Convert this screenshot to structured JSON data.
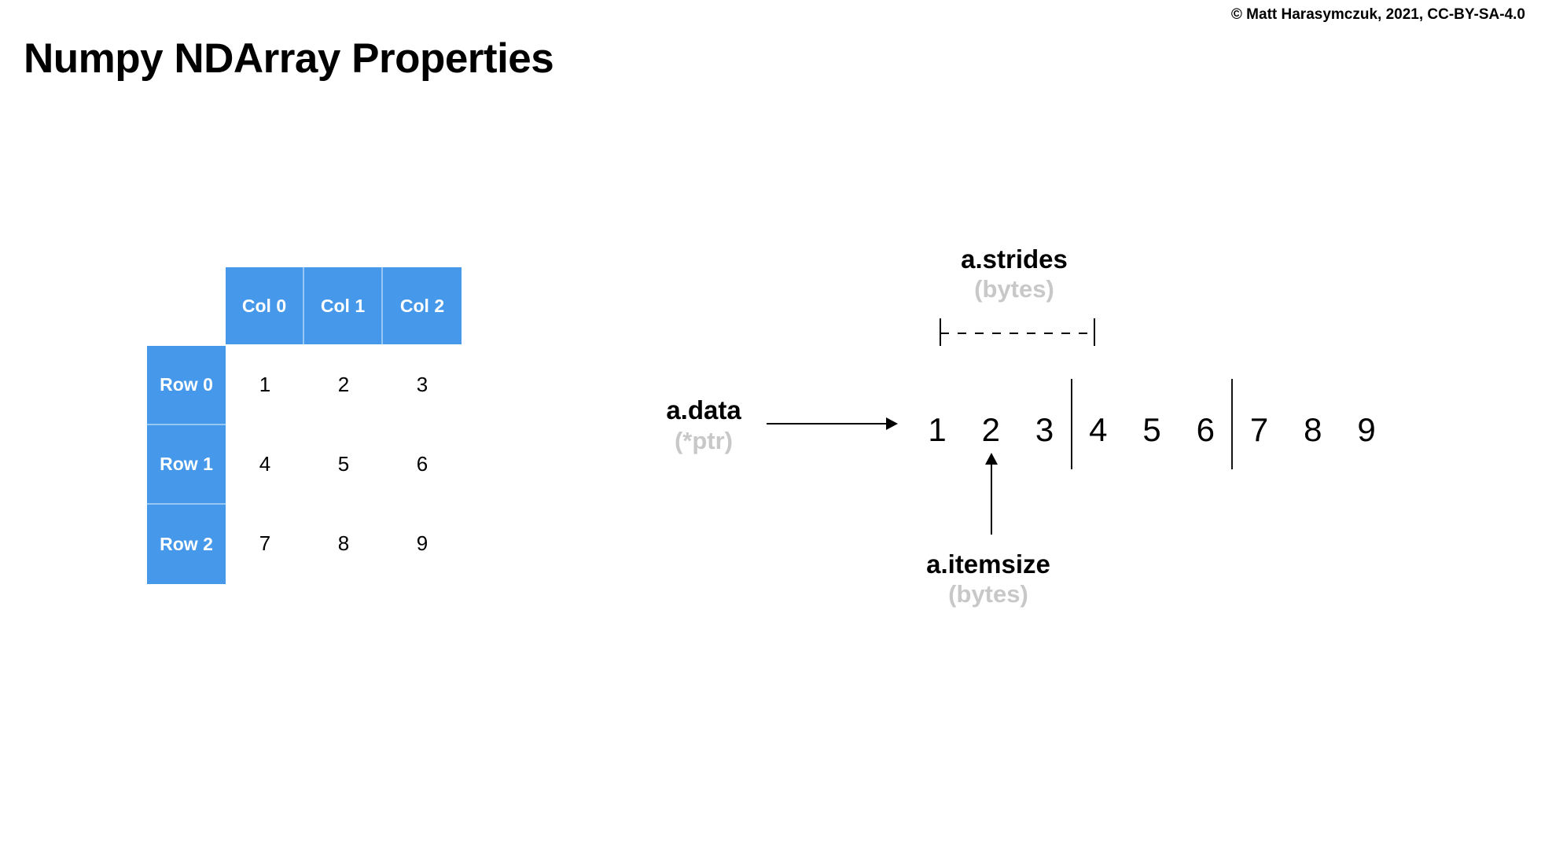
{
  "page": {
    "title": "Numpy NDArray Properties",
    "copyright": "© Matt Harasymczuk, 2021, CC-BY-SA-4.0"
  },
  "colors": {
    "accent_blue": "#4699EA",
    "muted_gray": "#C8C8C8",
    "ink": "#000000"
  },
  "table": {
    "col_headers": [
      "Col 0",
      "Col 1",
      "Col 2"
    ],
    "row_headers": [
      "Row 0",
      "Row 1",
      "Row 2"
    ],
    "matrix": [
      [
        "1",
        "2",
        "3"
      ],
      [
        "4",
        "5",
        "6"
      ],
      [
        "7",
        "8",
        "9"
      ]
    ]
  },
  "memory": {
    "cells": [
      "1",
      "2",
      "3",
      "4",
      "5",
      "6",
      "7",
      "8",
      "9"
    ],
    "group_dividers_after": [
      3,
      6
    ],
    "labels": {
      "data": {
        "title": "a.data",
        "subtitle": "(*ptr)"
      },
      "strides": {
        "title": "a.strides",
        "subtitle": "(bytes)"
      },
      "itemsize": {
        "title": "a.itemsize",
        "subtitle": "(bytes)"
      }
    }
  }
}
